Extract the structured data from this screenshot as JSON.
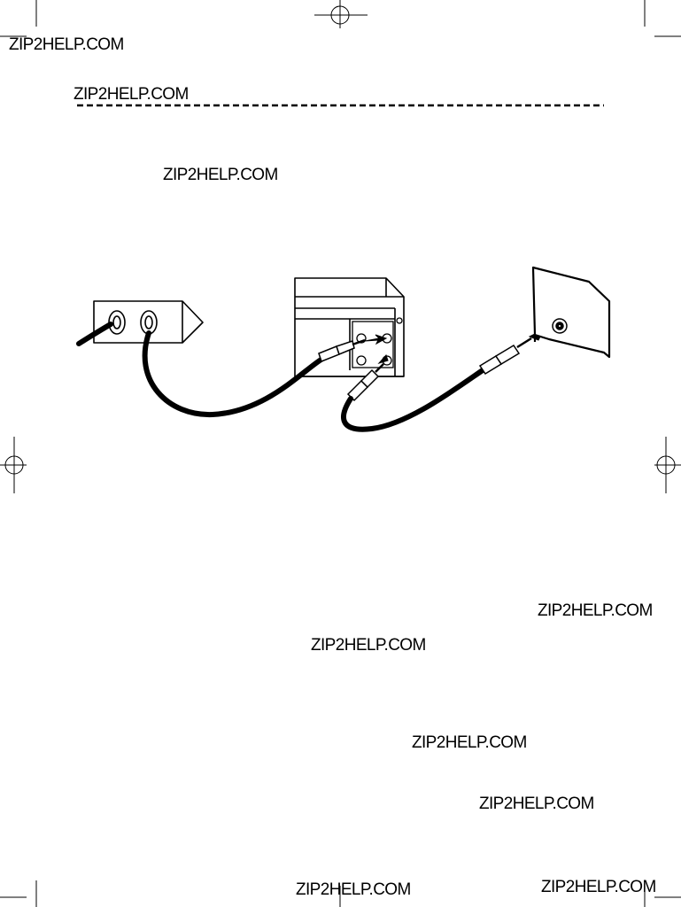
{
  "watermarks": [
    "ZIP2HELP.COM",
    "ZIP2HELP.COM",
    "ZIP2HELP.COM",
    "ZIP2HELP.COM",
    "ZIP2HELP.COM",
    "ZIP2HELP.COM",
    "ZIP2HELP.COM",
    "ZIP2HELP.COM",
    "ZIP2HELP.COM"
  ],
  "diagram": {
    "components": [
      "antenna-splitter-box",
      "vcr-unit",
      "wall-outlet"
    ],
    "cables": [
      "antenna-to-vcr-cable",
      "vcr-to-wall-cable"
    ]
  },
  "colors": {
    "ink": "#000000",
    "paper": "#ffffff"
  }
}
